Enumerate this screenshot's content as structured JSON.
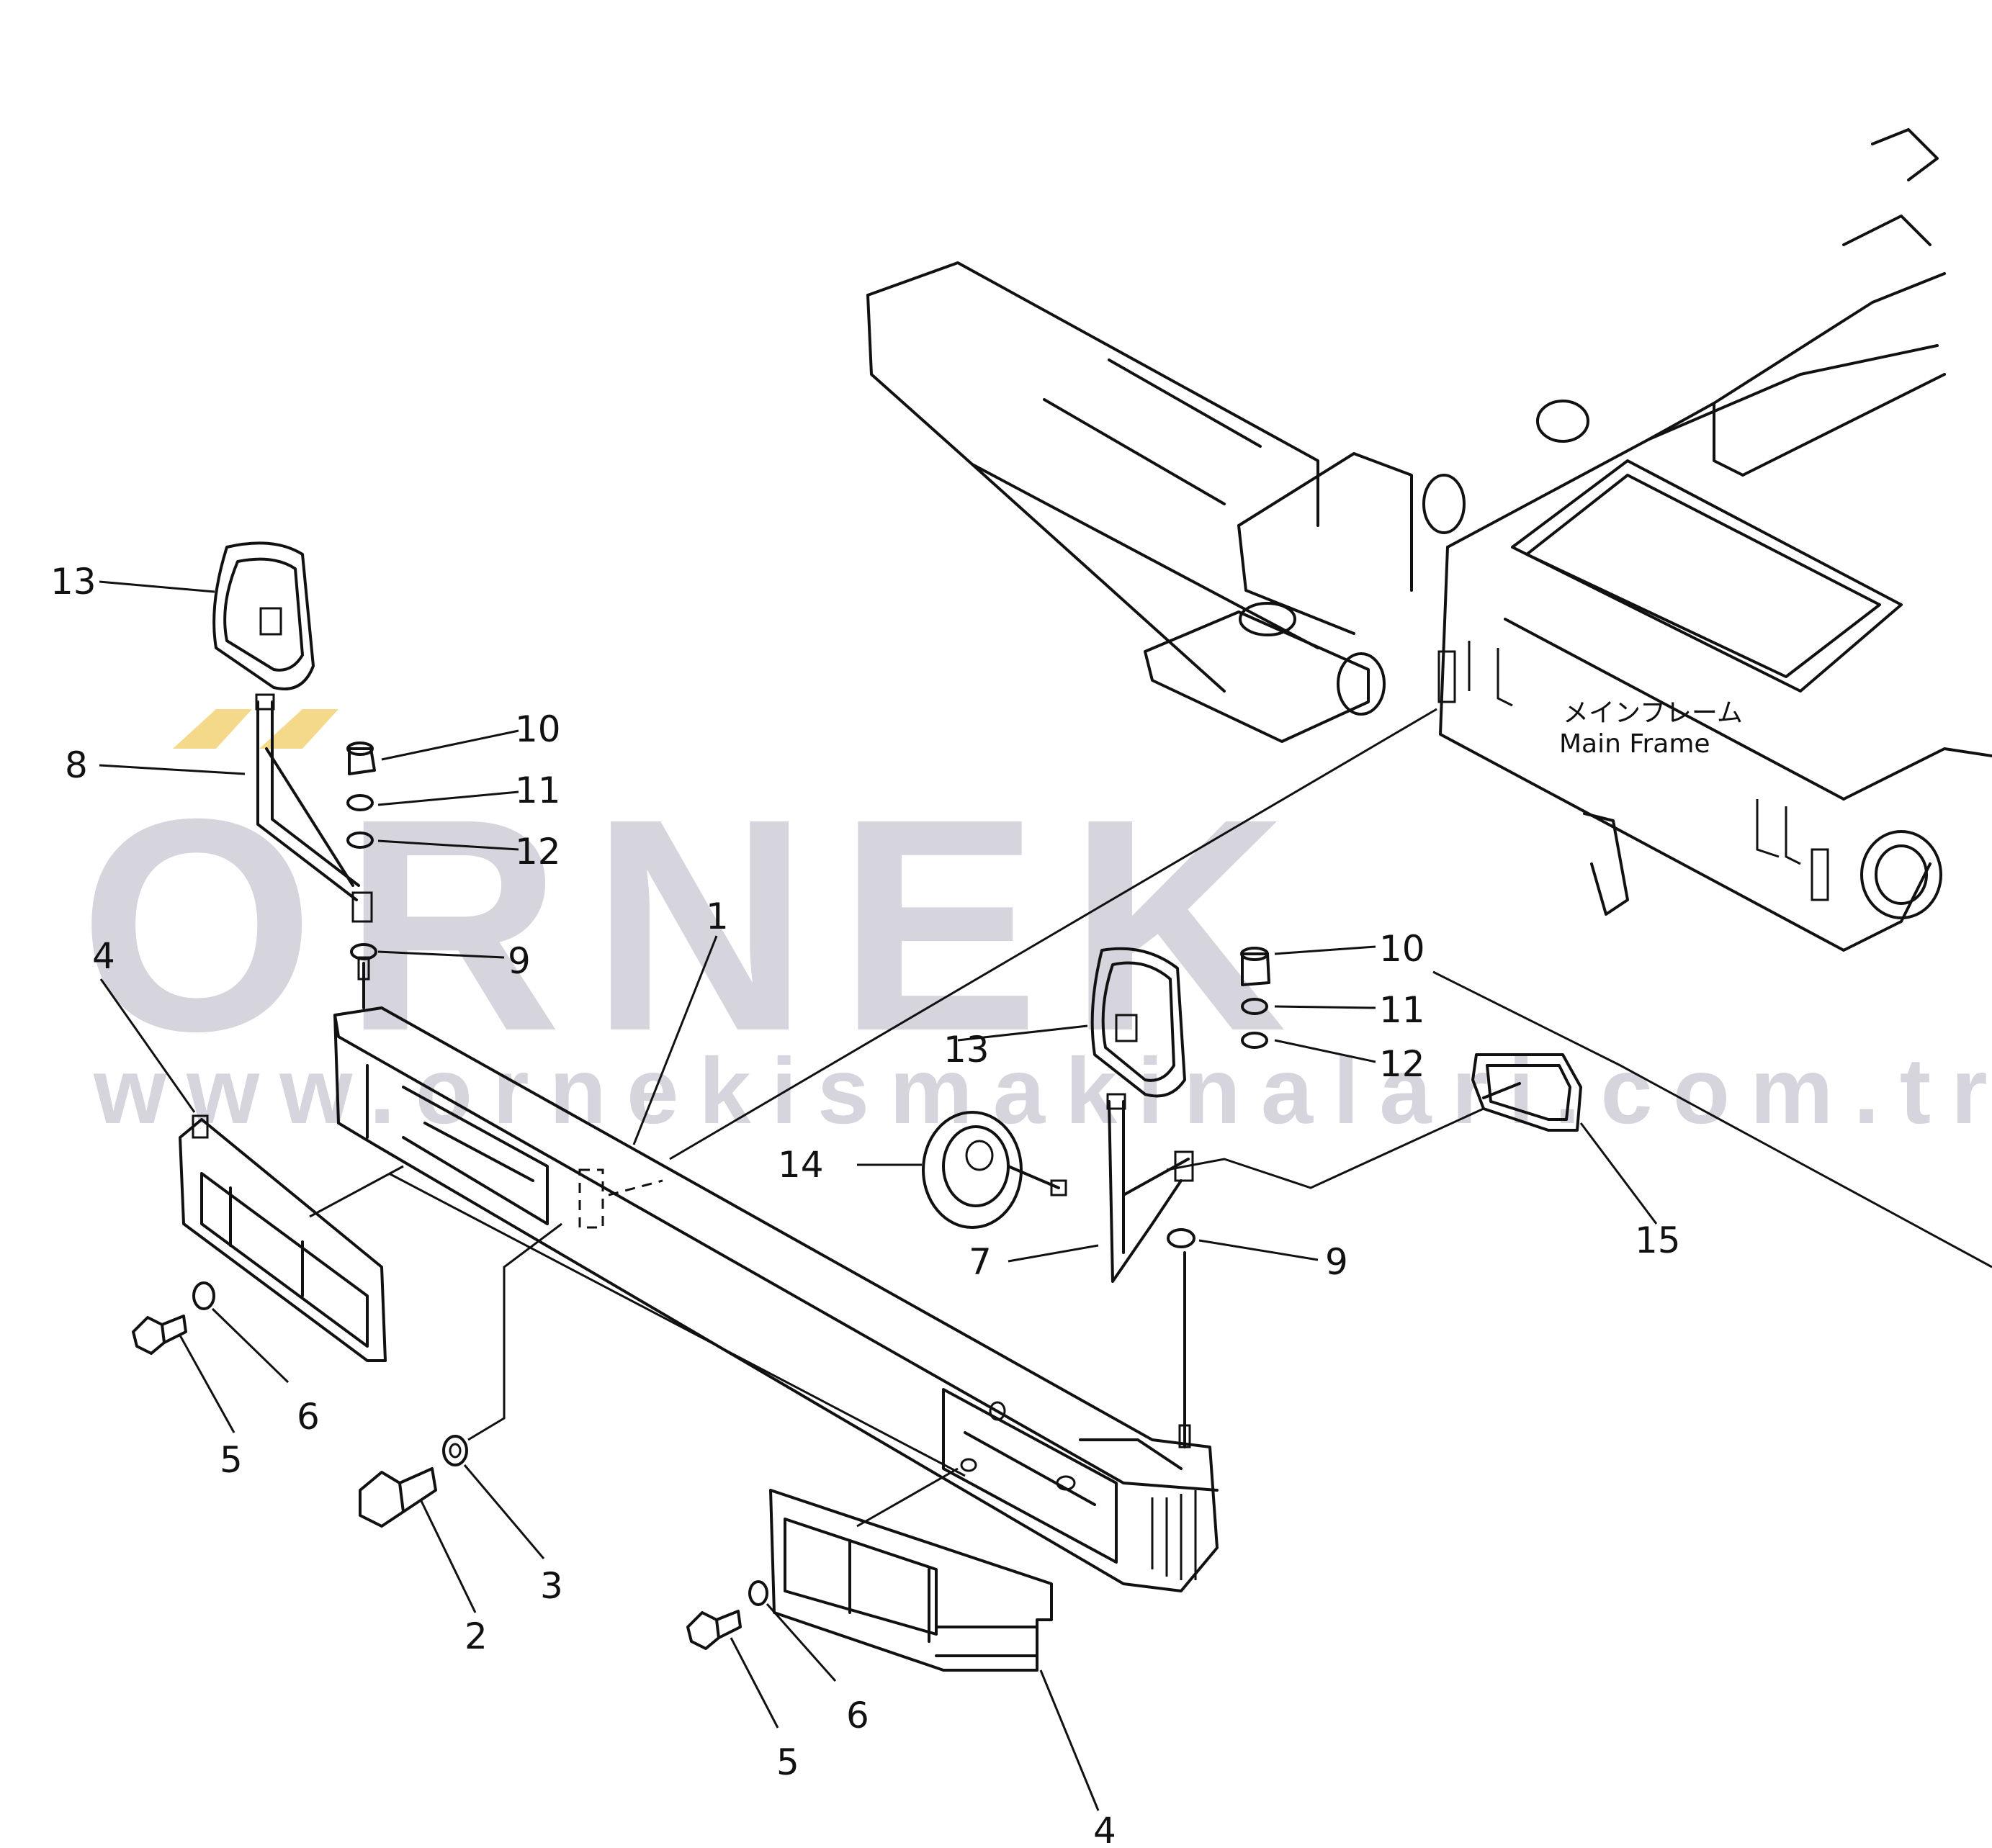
{
  "watermark": {
    "brand": "ORNEK",
    "url": "www.ornekismakinalari.com.tr",
    "text_color": "#d6d4dc",
    "accent_color": "#f5d98a"
  },
  "frame_label": {
    "japanese": "メインフレーム",
    "english": "Main  Frame"
  },
  "part_callouts": [
    "1",
    "2",
    "3",
    "4",
    "4",
    "5",
    "5",
    "6",
    "6",
    "7",
    "8",
    "9",
    "9",
    "10",
    "10",
    "11",
    "11",
    "12",
    "12",
    "13",
    "13",
    "14",
    "15"
  ]
}
